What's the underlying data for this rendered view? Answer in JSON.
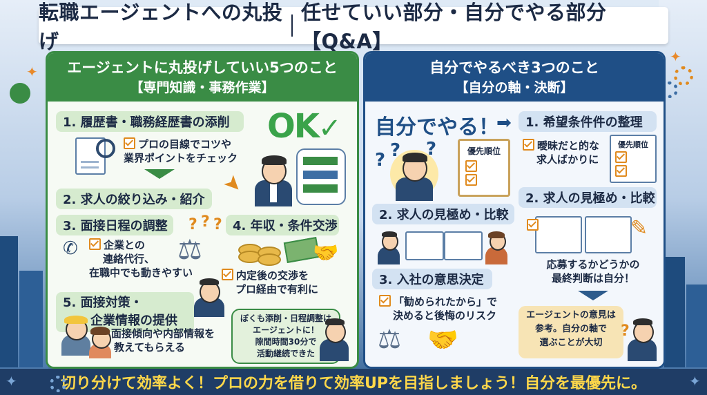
{
  "title": {
    "main": "転職エージェントへの丸投げ",
    "sub": "任せていい部分・自分でやる部分【Q&A】"
  },
  "left_panel": {
    "heading": "エージェントに丸投げしていい5つのこと",
    "subheading": "【専門知識・事務作業】",
    "ok_label": "OK",
    "item1": {
      "label": "1. 履歴書・職務経歴書の添削",
      "note_line1": "プロの目線でコツや",
      "note_line2": "業界ポイントをチェック"
    },
    "item2": {
      "label": "2. 求人の絞り込み・紹介"
    },
    "item3": {
      "label": "3. 面接日程の調整",
      "note_line1": "企業との",
      "note_line2": "連絡代行、",
      "note_line3": "在職中でも動きやすい"
    },
    "item4": {
      "label": "4. 年収・条件交渉",
      "note_line1": "内定後の交渉を",
      "note_line2": "プロ経由で有利に"
    },
    "item5": {
      "label_line1": "5. 面接対策・",
      "label_line2": "企業情報の提供",
      "note_line1": "面接傾向や内部情報を",
      "note_line2": "教えてもらえる"
    },
    "testimonial": {
      "line1": "ぼくも添削・日程調整は",
      "line2": "エージェントに！",
      "line3": "隙間時間30分で",
      "line4": "活動継続できた"
    }
  },
  "right_panel": {
    "heading": "自分でやるべき3つのこと",
    "subheading": "【自分の軸・決断】",
    "do_yourself": "自分でやる！",
    "priority_label_1": "優先順位",
    "priority_label_2": "優先順位",
    "item1": {
      "label": "1. 希望条件件の整理",
      "note_line1": "曖昧だと的な",
      "note_line2": "求人ばかりに"
    },
    "item2a": {
      "label": "2. 求人の見極め・比較"
    },
    "item2b": {
      "label": "2. 求人の見極め・比較",
      "note_line1": "応募するかどうかの",
      "note_line2": "最終判断は自分！"
    },
    "item3": {
      "label": "3. 入社の意思決定",
      "note_line1": "「勧められたから」で",
      "note_line2": "決めると後悔のリスク"
    },
    "advice": {
      "line1": "エージェントの意見は",
      "line2": "参考。自分の軸で",
      "line3": "選ぶことが大切"
    }
  },
  "footer": {
    "text": "切り分けて効率よく！プロの力を借りて効率UPを目指しましょう！自分を最優先に。"
  },
  "colors": {
    "green": "#3a8c45",
    "navy": "#1f4f86",
    "orange": "#e08a1e",
    "footer_text": "#ffd84a"
  },
  "icons": [
    "magnifier-icon",
    "checklist-icon",
    "rocket-icon",
    "phone-icon",
    "scales-icon",
    "coins-icon",
    "money-icon",
    "handshake-icon",
    "gear-icon",
    "star-icon",
    "question-icon",
    "arrow-right-icon"
  ]
}
